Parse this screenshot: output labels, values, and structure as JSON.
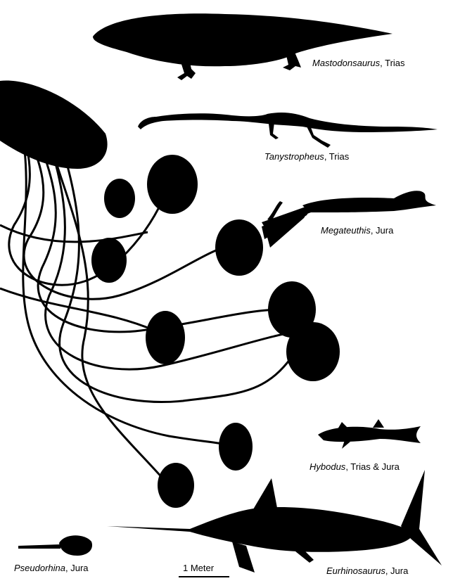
{
  "colors": {
    "silhouette": "#000000",
    "background": "#ffffff"
  },
  "labels": {
    "mastodonsaurus": {
      "genus": "Mastodonsaurus",
      "period": ", Trias"
    },
    "tanystropheus": {
      "genus": "Tanystropheus",
      "period": ", Trias"
    },
    "megateuthis": {
      "genus": "Megateuthis",
      "period": ", Jura"
    },
    "hybodus": {
      "genus": "Hybodus",
      "period": ", Trias & Jura"
    },
    "pseudorhina": {
      "genus": "Pseudorhina",
      "period": ", Jura"
    },
    "eurhinosaurus": {
      "genus": "Eurhinosaurus",
      "period": ", Jura"
    }
  },
  "scale_bar": {
    "label": "1 Meter"
  }
}
